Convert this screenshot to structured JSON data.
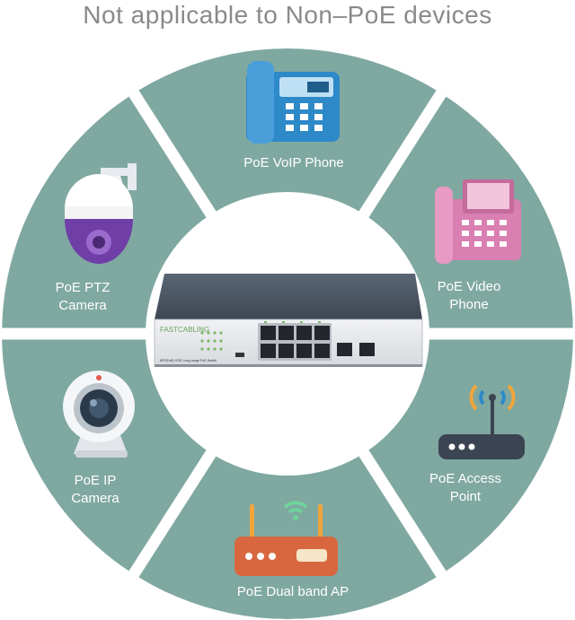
{
  "title": "Not applicable to Non–PoE devices",
  "colors": {
    "segment": "#7fa8a1",
    "background": "#ffffff",
    "label": "#ffffff",
    "title": "#8a8a8a"
  },
  "switch_brand": "FASTCABLING",
  "switch_model": "8FE|PoE|+2GE Long-range PoE Switch",
  "devices": [
    {
      "icon": "voip-phone-icon",
      "label": "PoE VoIP Phone"
    },
    {
      "icon": "video-phone-icon",
      "label_line1": "PoE Video",
      "label_line2": "Phone"
    },
    {
      "icon": "access-point-icon",
      "label_line1": "PoE Access",
      "label_line2": "Point"
    },
    {
      "icon": "dual-band-ap-icon",
      "label": "PoE Dual band AP"
    },
    {
      "icon": "ip-camera-icon",
      "label_line1": "PoE IP",
      "label_line2": "Camera"
    },
    {
      "icon": "ptz-camera-icon",
      "label_line1": "PoE PTZ",
      "label_line2": "Camera"
    }
  ]
}
